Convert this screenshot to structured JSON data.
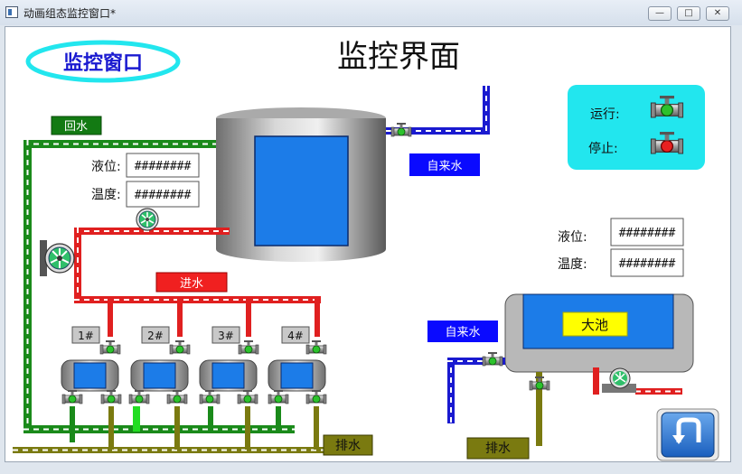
{
  "window": {
    "title": "动画组态监控窗口*",
    "controls": [
      "minimize",
      "maximize",
      "close"
    ]
  },
  "header": {
    "badge": "监控窗口",
    "title": "监控界面"
  },
  "labels": {
    "return_water": "回水",
    "tap_water_top": "自来水",
    "tap_water_pool": "自来水",
    "inlet": "进水",
    "drain_left": "排水",
    "drain_right": "排水",
    "pool": "大池"
  },
  "tank": {
    "level_label": "液位:",
    "level_value": "########",
    "temp_label": "温度:",
    "temp_value": "########"
  },
  "pool_readings": {
    "level_label": "液位:",
    "level_value": "########",
    "temp_label": "温度:",
    "temp_value": "########"
  },
  "legend": {
    "running": "运行:",
    "stopped": "停止:"
  },
  "units": [
    "1#",
    "2#",
    "3#",
    "4#"
  ],
  "colors": {
    "pipe_green": "#1a8a1a",
    "pipe_red": "#e02020",
    "pipe_blue": "#1a1ad0",
    "pipe_olive": "#7a7a10",
    "water_blue": "#1c7ce8",
    "accent_cyan": "#22e6ee",
    "label_green": "#137a13",
    "label_red": "#f02020",
    "label_blue": "#0a0aff",
    "label_olive": "#7a7a10",
    "pool_label_yellow": "#ffff00"
  }
}
